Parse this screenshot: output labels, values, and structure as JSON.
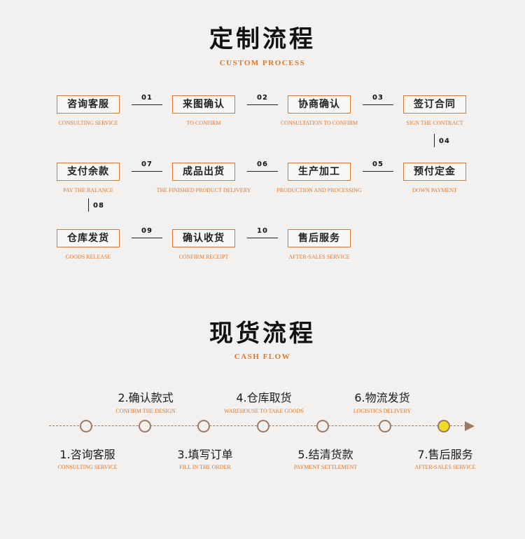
{
  "custom": {
    "title": "定制流程",
    "subtitle": "CUSTOM PROCESS",
    "steps": [
      {
        "cn": "咨询客服",
        "en": "CONSULTING SERVICE"
      },
      {
        "cn": "来图确认",
        "en": "TO CONFIRM"
      },
      {
        "cn": "协商确认",
        "en": "CONSULTATION TO CONFIRM"
      },
      {
        "cn": "签订合同",
        "en": "SIGN THE CONTRACT"
      },
      {
        "cn": "预付定金",
        "en": "DOWN PAYMENT"
      },
      {
        "cn": "生产加工",
        "en": "PRODUCTION AND PROCESSING"
      },
      {
        "cn": "成品出货",
        "en": "THE FINISHED PRODUCT DELIVERY"
      },
      {
        "cn": "支付余款",
        "en": "PAY THE BALANCE"
      },
      {
        "cn": "仓库发货",
        "en": "GOODS RELEASE"
      },
      {
        "cn": "确认收货",
        "en": "CONFIRM RECEIPT"
      },
      {
        "cn": "售后服务",
        "en": "AFTER-SALES SERVICE"
      }
    ],
    "numbers": [
      "01",
      "02",
      "03",
      "04",
      "05",
      "06",
      "07",
      "08",
      "09",
      "10"
    ]
  },
  "cash": {
    "title": "现货流程",
    "subtitle": "CASH FLOW",
    "steps": [
      {
        "cn": "1.咨询客服",
        "en": "CONSULTING SERVICE"
      },
      {
        "cn": "2.确认款式",
        "en": "CONFIRM THE DESIGN"
      },
      {
        "cn": "3.填写订单",
        "en": "FILL IN THE ORDER"
      },
      {
        "cn": "4.仓库取货",
        "en": "WAREHOUSE TO TAKE GOODS"
      },
      {
        "cn": "5.结清货款",
        "en": "PAYMENT SETTLEMENT"
      },
      {
        "cn": "6.物流发货",
        "en": "LOGISTICS DELIVERY"
      },
      {
        "cn": "7.售后服务",
        "en": "AFTER-SALES SERVICE"
      }
    ],
    "active_step": 7,
    "colors": {
      "line": "#9b7a67",
      "active": "#f0dc24",
      "accent": "#e0762a"
    }
  }
}
